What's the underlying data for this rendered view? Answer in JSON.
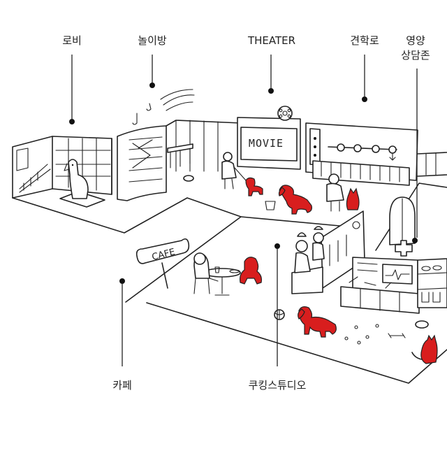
{
  "labels": {
    "lobby": "로비",
    "playroom": "놀이방",
    "theater": "THEATER",
    "tour": "견학로",
    "nutrition_line1": "영양",
    "nutrition_line2": "상담존",
    "cafe": "카페",
    "cooking": "쿠킹스튜디오"
  },
  "signs": {
    "movie": "MOVIE",
    "cafe": "CAFE"
  },
  "colors": {
    "accent_red": "#d81e1e",
    "ink": "#222222",
    "background": "#ffffff"
  }
}
